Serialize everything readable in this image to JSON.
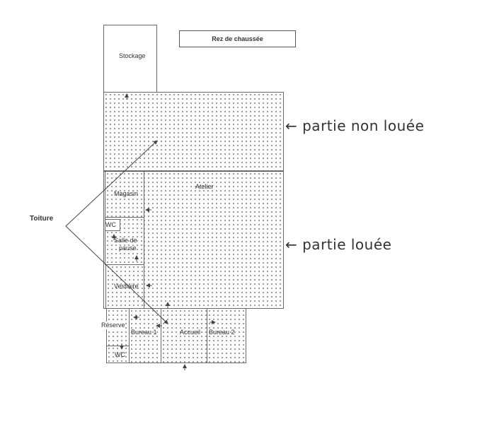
{
  "title": "Rez de chaussée",
  "annotations": {
    "non_loue": "← partie non louée",
    "loue": "← partie louée"
  },
  "callout": {
    "label": "Toiture"
  },
  "rooms": {
    "stockage": "Stockage",
    "atelier": "Atelier",
    "magasin": "Magasin",
    "wc_top": "WC",
    "salle_de_pause_line1": "Salle de",
    "salle_de_pause_line2": "pause",
    "vestiaire": "Vestiaire",
    "reserve": "Réserve",
    "bureau1": "Bureau 1",
    "accueil": "Accueil",
    "bureau2": "Bureau 2",
    "wc_bottom": "WC"
  },
  "colors": {
    "line": "#6a6a6a",
    "dots": "#8a8a8a",
    "ink": "#333333"
  }
}
